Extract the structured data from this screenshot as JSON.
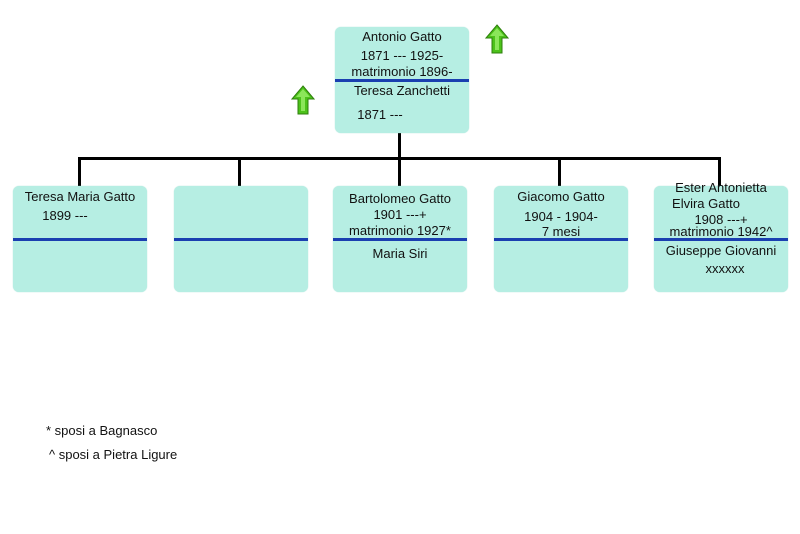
{
  "parents": {
    "father_name": "Antonio Gatto",
    "father_dates": "1871 --- 1925-",
    "marriage": "matrimonio 1896-",
    "mother_name": "Teresa Zanchetti",
    "mother_dates": "1871 ---"
  },
  "children": [
    {
      "name": "Teresa Maria Gatto",
      "dates": "1899 ---"
    },
    {
      "name": ""
    },
    {
      "name": "Bartolomeo Gatto",
      "dates": "1901 ---+",
      "marriage": "matrimonio 1927*",
      "spouse": "Maria Siri"
    },
    {
      "name": "Giacomo Gatto",
      "dates": "1904 - 1904-",
      "note": "7 mesi"
    },
    {
      "name_line1": "Ester Antonietta",
      "name_line2": "Elvira Gatto",
      "dates": "1908 ---+",
      "marriage": "matrimonio 1942^",
      "spouse": "Giuseppe Giovanni",
      "spouse_extra": "xxxxxx"
    }
  ],
  "footnotes": {
    "note1": "* sposi a Bagnasco",
    "note2": "^ sposi a  Pietra Ligure"
  },
  "colors": {
    "box": "#b6eee3",
    "separator": "#1a3fb0",
    "arrow": "#4cc21a"
  },
  "icons": [
    "up-arrow-icon",
    "up-arrow-icon"
  ]
}
